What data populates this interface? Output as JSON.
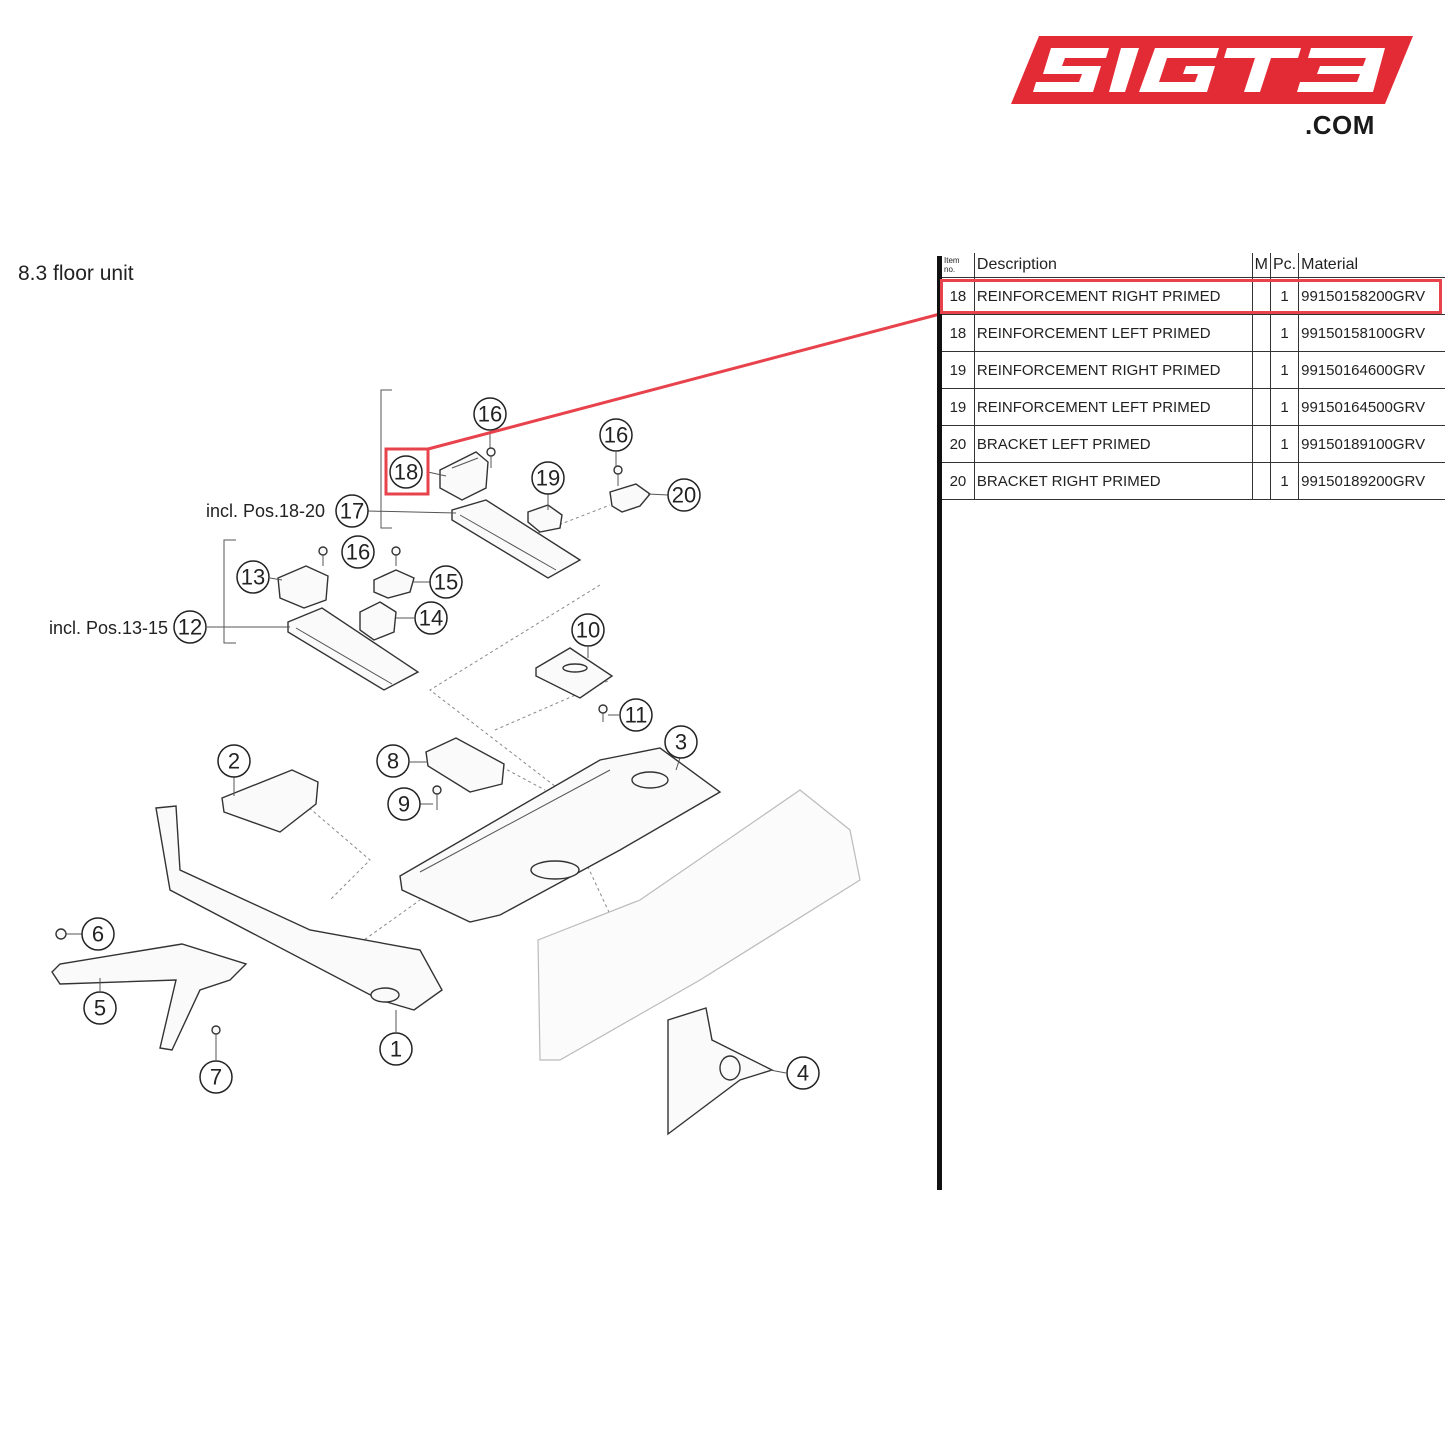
{
  "logo": {
    "brand": "SIGT3",
    "domain": ".COM",
    "color": "#e32b36"
  },
  "section_title": "8.3  floor unit",
  "callouts": {
    "incl_18_20": "incl. Pos.18-20",
    "incl_13_15": "incl. Pos.13-15",
    "numbers": [
      "1",
      "2",
      "3",
      "4",
      "5",
      "6",
      "7",
      "8",
      "9",
      "10",
      "11",
      "12",
      "13",
      "14",
      "15",
      "16",
      "16",
      "16",
      "17",
      "18",
      "19",
      "20"
    ]
  },
  "table": {
    "headers": {
      "item": "Item no.",
      "description": "Description",
      "m": "M",
      "pc": "Pc.",
      "material": "Material"
    },
    "rows": [
      {
        "item": "18",
        "description": "REINFORCEMENT RIGHT PRIMED",
        "m": "",
        "pc": "1",
        "material": "99150158200GRV",
        "highlighted": true
      },
      {
        "item": "18",
        "description": "REINFORCEMENT LEFT PRIMED",
        "m": "",
        "pc": "1",
        "material": "99150158100GRV"
      },
      {
        "item": "19",
        "description": "REINFORCEMENT RIGHT PRIMED",
        "m": "",
        "pc": "1",
        "material": "99150164600GRV"
      },
      {
        "item": "19",
        "description": "REINFORCEMENT LEFT PRIMED",
        "m": "",
        "pc": "1",
        "material": "99150164500GRV"
      },
      {
        "item": "20",
        "description": "BRACKET LEFT PRIMED",
        "m": "",
        "pc": "1",
        "material": "99150189100GRV"
      },
      {
        "item": "20",
        "description": "BRACKET RIGHT PRIMED",
        "m": "",
        "pc": "1",
        "material": "99150189200GRV"
      }
    ]
  },
  "highlight_color": "#e8434c"
}
